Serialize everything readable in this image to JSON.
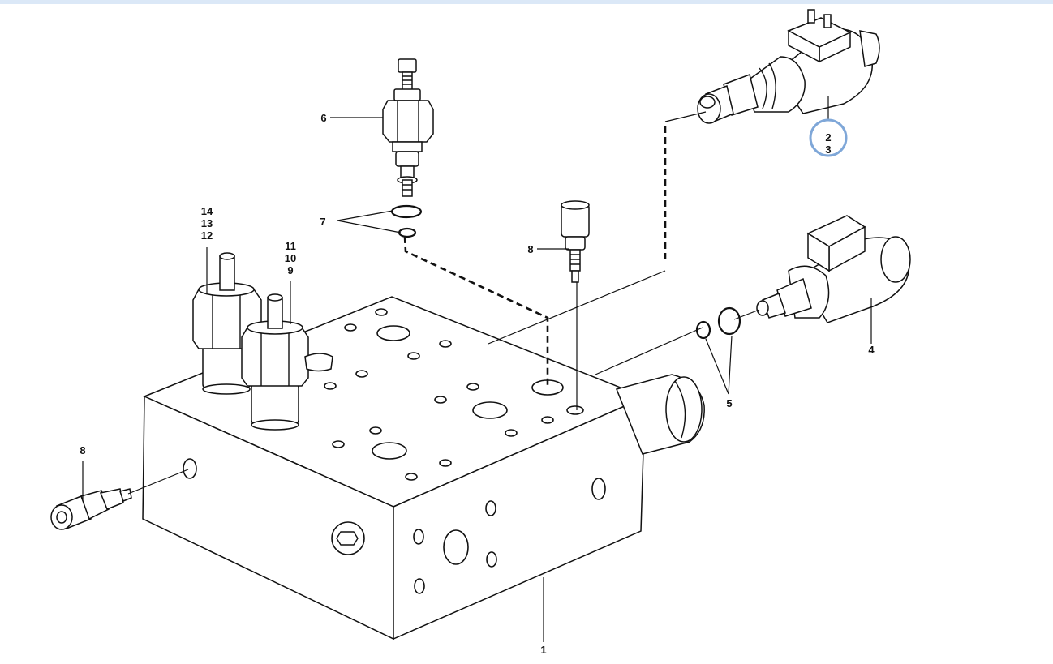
{
  "callouts": {
    "c1": "1",
    "c23": "2\n3",
    "c4": "4",
    "c5": "5",
    "c6": "6",
    "c7": "7",
    "c8_top": "8",
    "c8_left": "8",
    "c9_11": "11\n10\n9",
    "c12_14": "14\n13\n12"
  },
  "highlight": {
    "target": "c23",
    "color": "#7fa7d8"
  },
  "band_color": "#dbe8f7"
}
